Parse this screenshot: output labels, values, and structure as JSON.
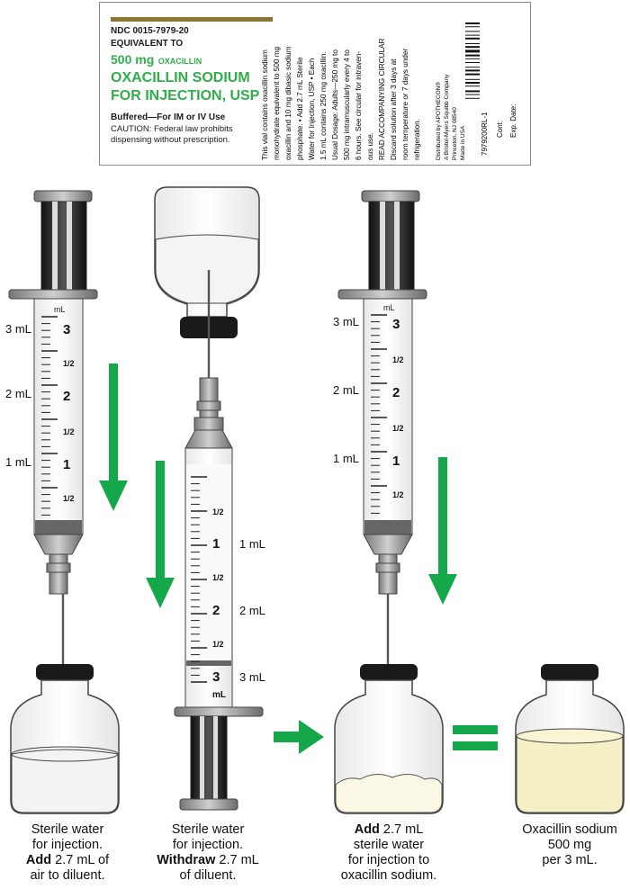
{
  "colors": {
    "arrow_green": "#15a84a",
    "label_green": "#2fae4a",
    "label_gold": "#8b7530",
    "liquid": "#f6f0c6",
    "powder": "#faf7e4"
  },
  "vial_label": {
    "ndc": "NDC 0015-7979-20",
    "equivalent": "EQUIVALENT TO",
    "strength": "500 mg",
    "strength_name": "OXACILLIN",
    "name_line1": "OXACILLIN SODIUM",
    "name_line2": "FOR INJECTION, USP",
    "buffered": "Buffered—For IM or IV Use",
    "caution_line1": "CAUTION: Federal law prohibits",
    "caution_line2": "dispensing without prescription.",
    "side_text": [
      "This vial contains oxacillin sodium",
      "monohydrate equivalent to 500 mg",
      "oxacillin and 10 mg dibasic sodium",
      "phosphate. • Add 2.7 mL Sterile",
      "Water for Injection, USP • Each",
      "1.5 mL contains 250 mg oxacillin.",
      "Usual Dosage: Adults—250 mg to",
      "500 mg intramuscularly every 4 to",
      "6 hours. See circular for intraven-",
      "ous use.",
      "READ ACCOMPANYING CIRCULAR",
      "Discard solution after 3 days at",
      "room temperature or 7 days under",
      "refrigeration."
    ],
    "distributor": [
      "Distributed by APOTHECON®",
      "A Bristol-Myers Squibb Company",
      "Princeton, NJ 08540",
      "Made in USA"
    ],
    "lot_code": "7979200RL-1",
    "cont": "Cont:",
    "exp": "Exp. Date:"
  },
  "syringe_labels": {
    "s1": [
      "3 mL",
      "2 mL",
      "1 mL"
    ],
    "s2": [
      "1 mL",
      "2 mL",
      "3 mL"
    ],
    "s3": [
      "3 mL",
      "2 mL",
      "1 mL"
    ]
  },
  "barrel_marks": {
    "three": "3",
    "two": "2",
    "one": "1",
    "half": "1/2",
    "ml": "mL"
  },
  "captions": {
    "c1": {
      "line1": "Sterile water",
      "line2": "for injection.",
      "bold": "Add",
      "rest3": " 2.7 mL of",
      "line4": "air to diluent."
    },
    "c2": {
      "line1": "Sterile water",
      "line2": "for injection.",
      "bold": "Withdraw",
      "rest3": " 2.7 mL",
      "line4": "of diluent."
    },
    "c3": {
      "bold": "Add",
      "rest1": " 2.7 mL",
      "line2": "sterile water",
      "line3": "for injection to",
      "line4": "oxacillin sodium."
    },
    "c4": {
      "line1": "Oxacillin sodium",
      "line2": "500 mg",
      "line3": "per 3 mL."
    }
  }
}
